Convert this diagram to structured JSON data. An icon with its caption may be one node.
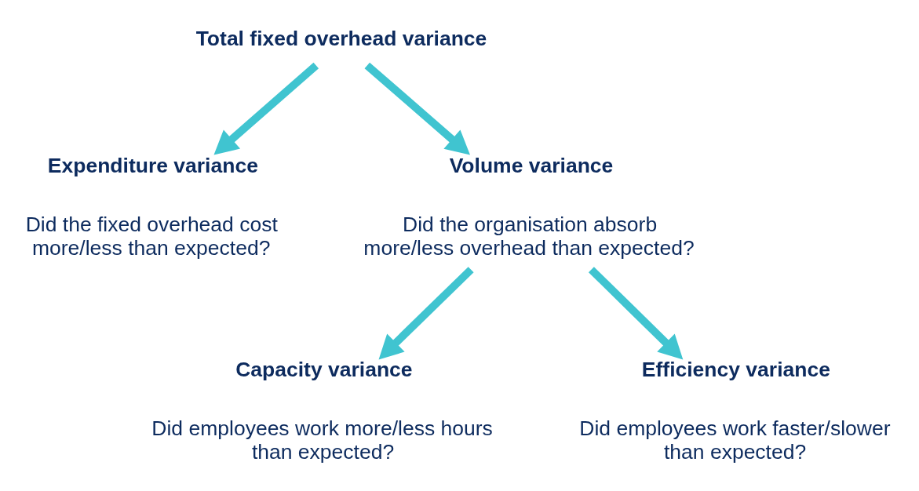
{
  "diagram": {
    "nodes": [
      {
        "text": [
          "Total fixed overhead variance"
        ]
      },
      {
        "text": [
          "Expenditure variance",
          "Did the fixed overhead cost more/less than expected?"
        ]
      },
      {
        "text": [
          "Volume variance",
          "Did the organisation absorb more/less overhead than expected?"
        ]
      },
      {
        "text": [
          "Capacity variance",
          "Did employees work more/less hours than expected?"
        ]
      },
      {
        "text": [
          "Efficiency variance",
          "Did employees work faster/slower than expected?"
        ]
      }
    ],
    "edges": [
      {
        "from": 0,
        "to": 1,
        "arrow": "to"
      },
      {
        "from": 0,
        "to": 2,
        "arrow": "to"
      },
      {
        "from": 2,
        "to": 3,
        "arrow": "to"
      },
      {
        "from": 2,
        "to": 4,
        "arrow": "to"
      }
    ]
  }
}
